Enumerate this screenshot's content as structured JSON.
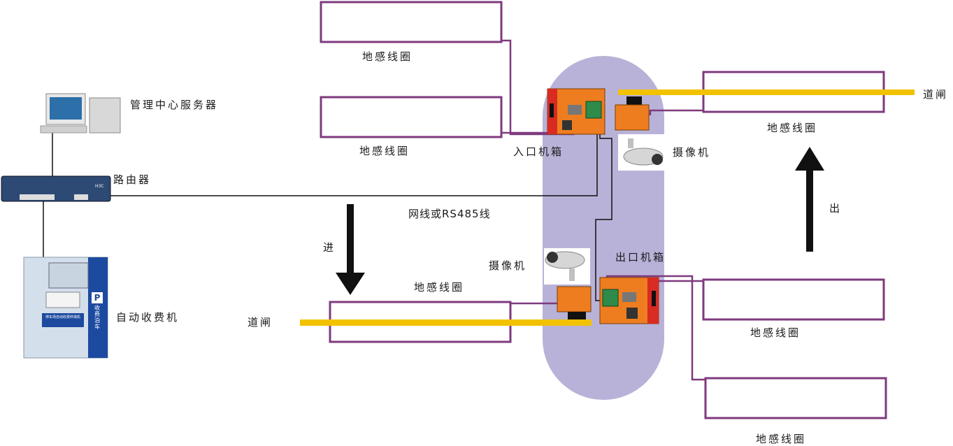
{
  "labels": {
    "server": "管理中心服务器",
    "router": "路由器",
    "kiosk": "自动收费机",
    "loop": "地感线圈",
    "entry_box": "入口机箱",
    "exit_box": "出口机箱",
    "camera": "摄像机",
    "barrier": "道闸",
    "cable": "网线或RS485线",
    "enter": "进",
    "exit": "出"
  },
  "kiosk_text": {
    "side_sign": "收费泊车",
    "p_logo": "P",
    "panel_text": "停车场自动收费终端机"
  },
  "router_text": {
    "brand": "H3C"
  },
  "colors": {
    "island": "#b9b2d8",
    "loop_border": "#7e3a7e",
    "barrier_arm": "#f2c200",
    "box_orange": "#ee7d1f",
    "box_red": "#d92b22",
    "arrow": "#111111"
  }
}
